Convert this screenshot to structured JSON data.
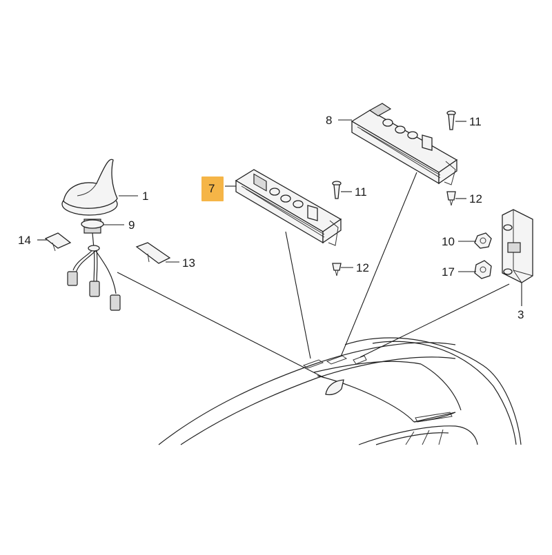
{
  "diagram": {
    "highlight_color": "#f5b547",
    "callouts": [
      {
        "id": "c1",
        "label": "1"
      },
      {
        "id": "c9",
        "label": "9"
      },
      {
        "id": "c14",
        "label": "14"
      },
      {
        "id": "c13",
        "label": "13"
      },
      {
        "id": "c7",
        "label": "7",
        "highlighted": true
      },
      {
        "id": "c11a",
        "label": "11"
      },
      {
        "id": "c12a",
        "label": "12"
      },
      {
        "id": "c8",
        "label": "8"
      },
      {
        "id": "c11b",
        "label": "11"
      },
      {
        "id": "c12b",
        "label": "12"
      },
      {
        "id": "c10",
        "label": "10"
      },
      {
        "id": "c17",
        "label": "17"
      },
      {
        "id": "c3",
        "label": "3"
      }
    ]
  }
}
